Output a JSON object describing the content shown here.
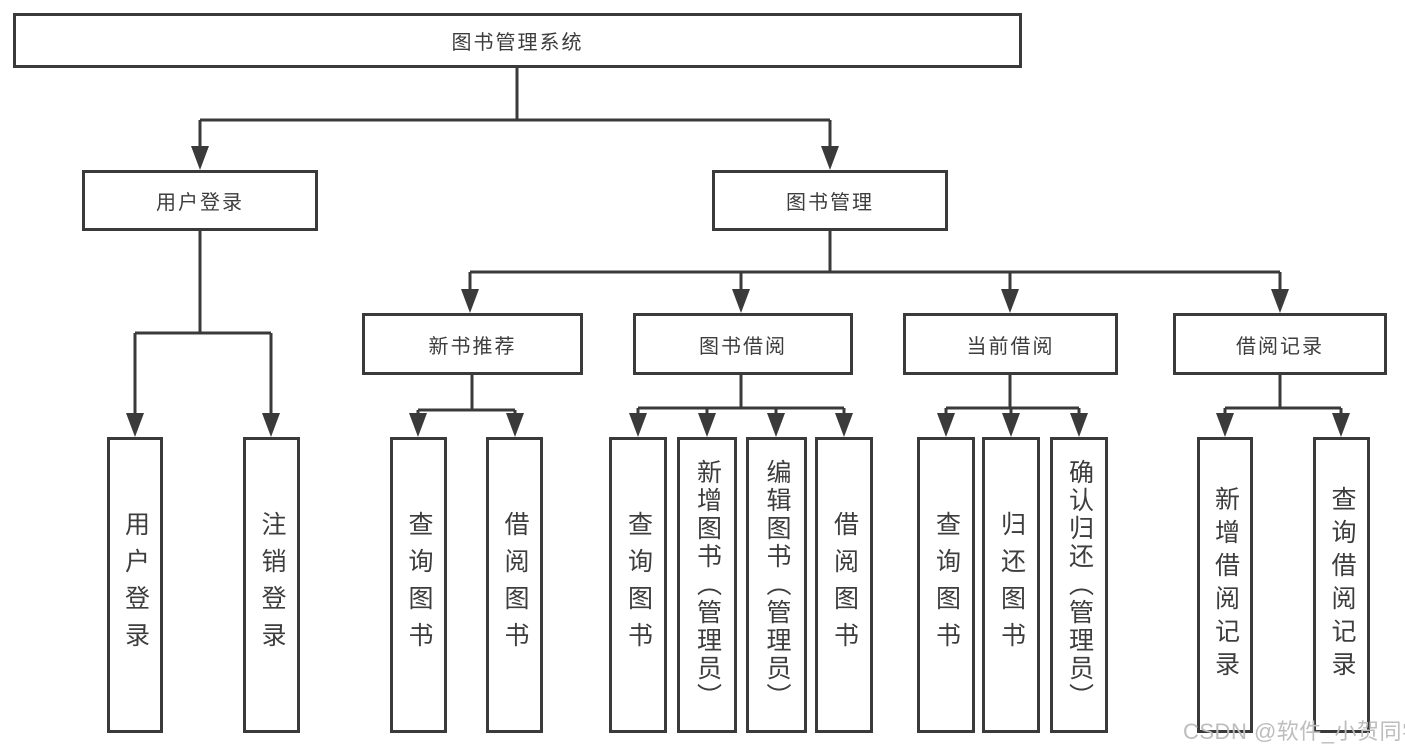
{
  "diagram_type": "hierarchy-tree",
  "tree": {
    "label": "图书管理系统",
    "children": [
      {
        "label": "用户登录",
        "children": [
          {
            "label": "用户登录"
          },
          {
            "label": "注销登录"
          }
        ]
      },
      {
        "label": "图书管理",
        "children": [
          {
            "label": "新书推荐",
            "children": [
              {
                "label": "查询图书"
              },
              {
                "label": "借阅图书"
              }
            ]
          },
          {
            "label": "图书借阅",
            "children": [
              {
                "label": "查询图书"
              },
              {
                "label": "新增图书（管理员）"
              },
              {
                "label": "编辑图书（管理员）"
              },
              {
                "label": "借阅图书"
              }
            ]
          },
          {
            "label": "当前借阅",
            "children": [
              {
                "label": "查询图书"
              },
              {
                "label": "归还图书"
              },
              {
                "label": "确认归还（管理员）"
              }
            ]
          },
          {
            "label": "借阅记录",
            "children": [
              {
                "label": "新增借阅记录"
              },
              {
                "label": "查询借阅记录"
              }
            ]
          }
        ]
      }
    ]
  },
  "watermark": {
    "text": "CSDN @软件_小贺同学"
  },
  "colors": {
    "background": "#ffffff",
    "line": "#3a3a3a",
    "box_fill": "#ffffff",
    "text": "#3d3d3d",
    "watermark": "#bdbdbd"
  }
}
